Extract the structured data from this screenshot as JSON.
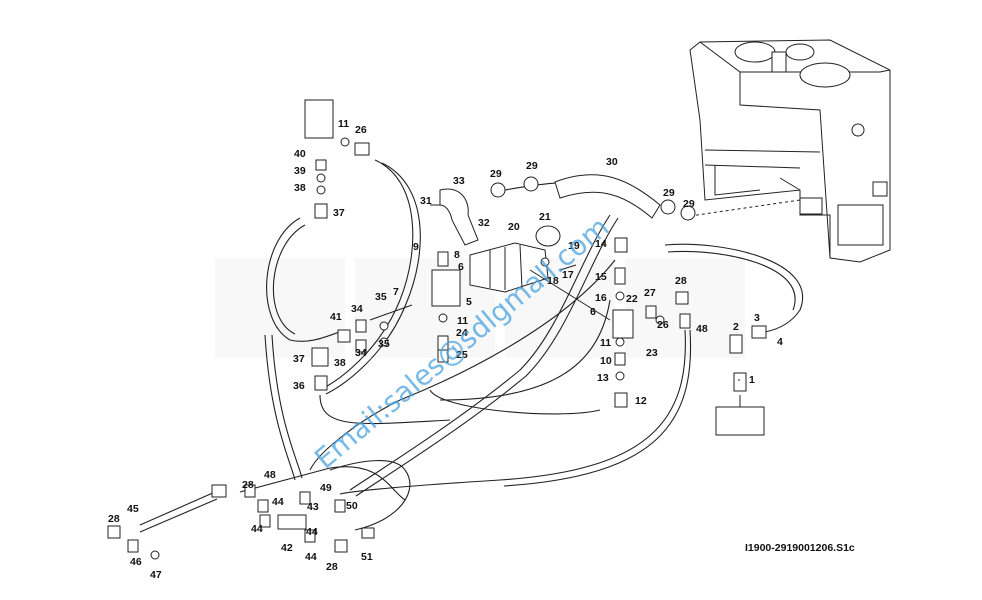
{
  "drawing_code": "I1900-2919001206.S1c",
  "watermark": "Email:sales@sdlgmall.com",
  "brand_watermark": "SDLG",
  "callouts": [
    "1",
    "2",
    "3",
    "4",
    "5",
    "6",
    "7",
    "8",
    "9",
    "10",
    "11",
    "12",
    "13",
    "14",
    "15",
    "16",
    "17",
    "18",
    "19",
    "20",
    "21",
    "22",
    "23",
    "24",
    "25",
    "26",
    "27",
    "28",
    "29",
    "30",
    "31",
    "32",
    "33",
    "34",
    "35",
    "36",
    "37",
    "38",
    "39",
    "40",
    "41",
    "42",
    "43",
    "44",
    "45",
    "46",
    "47",
    "48",
    "49",
    "50",
    "51"
  ]
}
